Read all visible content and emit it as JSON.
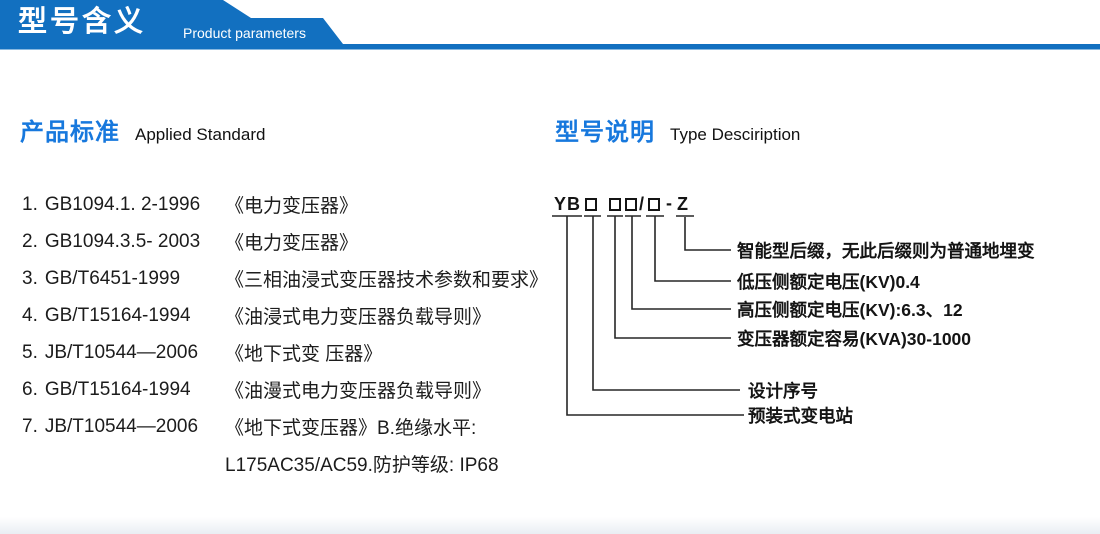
{
  "colors": {
    "banner_blue": "#1270c0",
    "heading_blue": "#1778dd",
    "text_dark": "#1c1c1c",
    "diagram_line": "#262626"
  },
  "header": {
    "title_cn": "型号含义",
    "title_en": "Product parameters"
  },
  "left_section": {
    "heading_cn": "产品标准",
    "heading_en": "Applied Standard",
    "standards": [
      {
        "num": "1.",
        "code": "GB1094.1. 2-1996",
        "name": "《电力变压器》"
      },
      {
        "num": "2.",
        "code": "GB1094.3.5- 2003",
        "name": "《电力变压器》"
      },
      {
        "num": "3.",
        "code": "GB/T6451-1999",
        "name": "《三相油浸式变压器技术参数和要求》"
      },
      {
        "num": "4.",
        "code": "GB/T15164-1994",
        "name": "《油浸式电力变压器负载导则》"
      },
      {
        "num": "5.",
        "code": "JB/T10544—2006",
        "name": "《地下式变 压器》"
      },
      {
        "num": "6.",
        "code": "GB/T15164-1994",
        "name": "《油漫式电力变压器负载导则》"
      },
      {
        "num": "7.",
        "code": "JB/T10544—2006",
        "name": "《地下式变压器》B.绝缘水平:"
      },
      {
        "num": "",
        "code": "",
        "name": "L175AC35/AC59.防护等级: IP68"
      }
    ]
  },
  "right_section": {
    "heading_cn": "型号说明",
    "heading_en": "Type Desciription",
    "model_code": {
      "prefix": "YB",
      "slash": "/",
      "dash": "-",
      "suffix": "Z"
    },
    "legend": [
      {
        "label": "智能型后缀，无此后缀则为普通地埋变"
      },
      {
        "label": "低压侧额定电压(KV)0.4"
      },
      {
        "label": "高压侧额定电压(KV):6.3、12"
      },
      {
        "label": "变压器额定容易(KVA)30-1000"
      },
      {
        "label": "设计序号"
      },
      {
        "label": "预装式变电站"
      }
    ]
  }
}
